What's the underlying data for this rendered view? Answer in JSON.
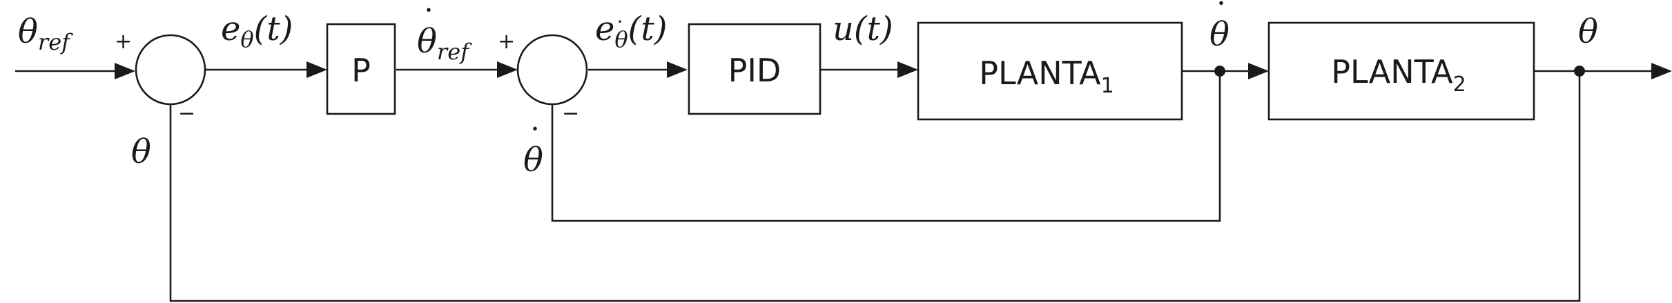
{
  "blocks": {
    "p": "P",
    "pid": "PID",
    "planta1": {
      "name": "PLANTA",
      "sub": "1"
    },
    "planta2": {
      "name": "PLANTA",
      "sub": "2"
    }
  },
  "signs": {
    "sum1_plus": "+",
    "sum1_minus": "−",
    "sum2_plus": "+",
    "sum2_minus": "−"
  },
  "signals": {
    "theta_ref": {
      "base": "θ",
      "sub": "ref"
    },
    "e_theta": {
      "base": "e",
      "sub": "θ",
      "arg": "(t)"
    },
    "thetadot_ref": {
      "base": "θ",
      "dot": "˙",
      "sub": "ref"
    },
    "e_thetadot": {
      "base": "e",
      "sub": "θ",
      "subdot": "˙",
      "arg": "(t)"
    },
    "u": {
      "base": "u",
      "arg": "(t)"
    },
    "thetadot_out": {
      "base": "θ",
      "dot": "˙"
    },
    "theta_out": {
      "base": "θ"
    },
    "theta_fb": {
      "base": "θ"
    },
    "thetadot_fb": {
      "base": "θ",
      "dot": "˙"
    }
  }
}
